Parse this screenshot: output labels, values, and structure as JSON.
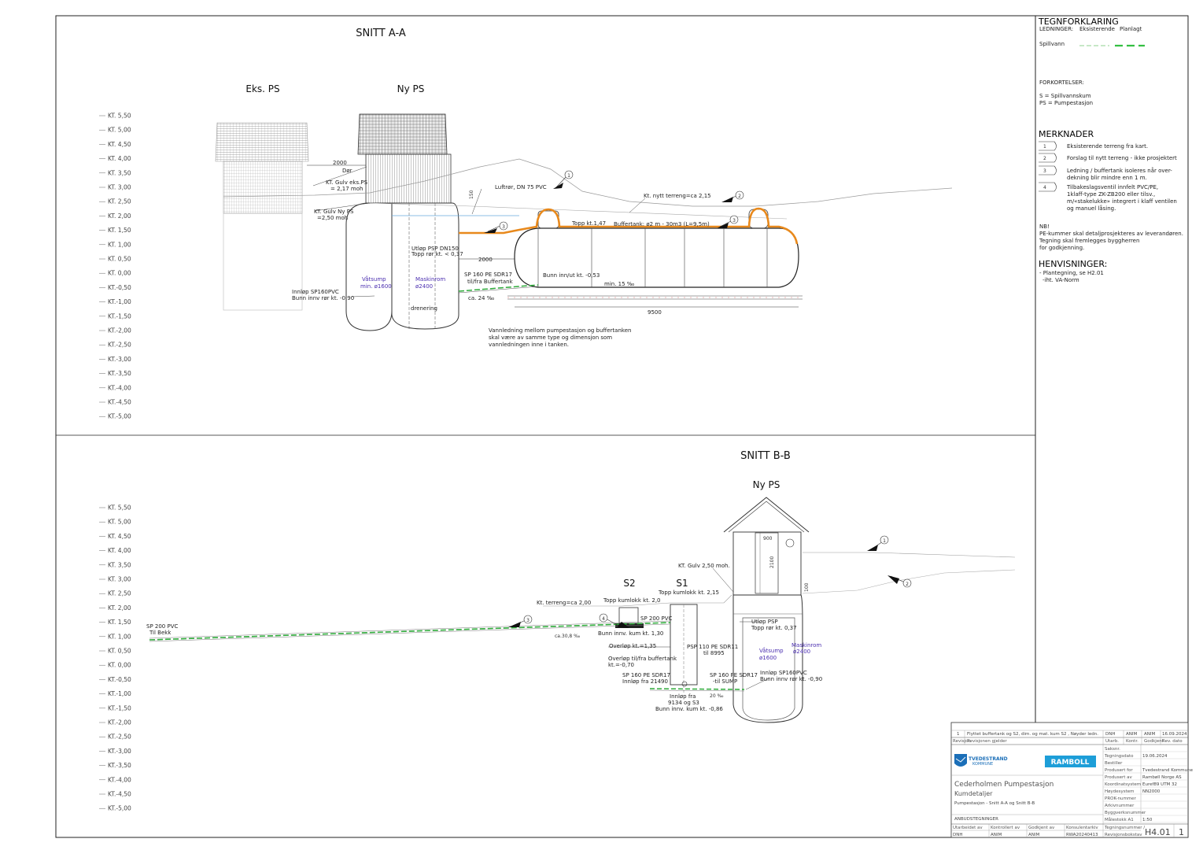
{
  "sectionA": {
    "title": "SNITT A-A",
    "eks_ps": "Eks. PS",
    "ny_ps": "Ny PS",
    "labels": {
      "dim2000": "2000",
      "dor": "Dør",
      "gulv_eks1": "KT. Gulv eks.PS",
      "gulv_eks2": "= 2,17 moh",
      "gulv_ny1": "KT. Gulv Ny PS",
      "gulv_ny2": "=2,50 moh",
      "dim150": "150",
      "luftror": "Luftrør, DN 75 PVC",
      "kt_nytt": "Kt. nytt terreng=ca 2,15",
      "topp": "Topp kt.1,47",
      "buffertank": "Buffertank: ø2 m - 30m3 (L=9,5m)",
      "utlop1": "Utløp PSP DN150",
      "utlop2": "Topp rør kt. < 0,37",
      "dim2000b": "2000",
      "vatsump1": "Våtsump",
      "vatsump2": "min. ø1600",
      "maskinrom1": "Maskinrom",
      "maskinrom2": "ø2400",
      "sp160a": "SP 160 PE SDR17",
      "sp160b": "til/fra Buffertank",
      "bunn_inn": "Bunn inn/ut kt. -0,53",
      "min15": "min. 15 ‰",
      "ca24": "ca. 24 ‰",
      "innlop1": "Innløp SP160PVC",
      "innlop2": "Bunn innv rør kt. -0,90",
      "drenering": "drenering",
      "dim9500": "9500",
      "note1": "Vannledning mellom pumpestasjon og buffertanken",
      "note2": "skal være av samme type og dimensjon som",
      "note3": "vannledningen inne i tanken."
    },
    "callouts": [
      "1",
      "2",
      "3",
      "3"
    ]
  },
  "sectionB": {
    "title": "SNITT B-B",
    "ny_ps": "Ny PS",
    "labels": {
      "s2": "S2",
      "s1": "S1",
      "topp_s2": "Topp kumlokk kt. 2,0",
      "topp_s1": "Topp kumlokk kt. 2,15",
      "kt_terreng": "Kt. terreng=ca 2,00",
      "sp200a": "SP 200 PVC",
      "sp200b": "Til Bekk",
      "sp200c": "SP 200 PVC",
      "ca30": "ca.30,8 ‰",
      "bunn_s2": "Bunn innv. kum kt. 1,30",
      "gulv": "KT. Gulv 2,50 moh.",
      "dim900": "900",
      "dim2100": "2100",
      "dim100": "100",
      "overlop1": "Overløp kt.=1,35",
      "overlop2a": "Overløp til/fra buffertank",
      "overlop2b": "kt.=-0,70",
      "psp110a": "PSP 110 PE SDR11",
      "psp110b": "til 8995",
      "utlop1": "Utløp PSP",
      "utlop2": "Topp rør kt. 0,37",
      "vatsump1": "Våtsump",
      "vatsump2": "ø1600",
      "maskinrom1": "Maskinrom",
      "maskinrom2": "ø2400",
      "sp160a": "SP 160 PE SDR17",
      "sp160b": "Innløp fra 21490",
      "sp160c": "SP 160 PE SDR17",
      "sp160d": "-til SUMP",
      "innlop1": "Innløp SP160PVC",
      "innlop2": "Bunn innv rør kt. -0,90",
      "innlop_fra1": "Innløp fra",
      "innlop_fra2": "9134 og S3",
      "innlop_fra3": "Bunn innv. kum kt. -0,86",
      "pm20": "20 ‰"
    },
    "callouts": [
      "1",
      "2",
      "3",
      "4"
    ]
  },
  "kt_levels": [
    "KT. 5,50",
    "KT. 5,00",
    "KT. 4,50",
    "KT. 4,00",
    "KT. 3,50",
    "KT. 3,00",
    "KT. 2,50",
    "KT. 2,00",
    "KT. 1,50",
    "KT. 1,00",
    "KT. 0,50",
    "KT. 0,00",
    "KT.-0,50",
    "KT.-1,00",
    "KT.-1,50",
    "KT.-2,00",
    "KT.-2,50",
    "KT.-3,00",
    "KT.-3,50",
    "KT.-4,00",
    "KT.-4,50",
    "KT.-5,00"
  ],
  "legend": {
    "title": "TEGNFORKLARING",
    "ledninger": "LEDNINGER:",
    "eksisterende": "Eksisterende",
    "planlagt": "Planlagt",
    "spillvann": "Spillvann",
    "forkortelser_title": "FORKORTELSER:",
    "forkortelser": [
      "S = Spillvannskum",
      "PS = Pumpestasjon"
    ],
    "merknader_title": "MERKNADER",
    "merknader": [
      {
        "n": "1",
        "lines": [
          "Eksisterende terreng fra kart."
        ]
      },
      {
        "n": "2",
        "lines": [
          "Forslag til nytt terreng - ikke prosjektert"
        ]
      },
      {
        "n": "3",
        "lines": [
          "Ledning / buffertank isoleres når over-",
          "dekning blir mindre enn 1 m."
        ]
      },
      {
        "n": "4",
        "lines": [
          "Tilbakeslagsventil innfelt PVC/PE,",
          "1klaff-type ZK-ZB200 eller tilsv.,",
          "m/«stakelukke» integrert i klaff ventilen",
          "og manuel låsing."
        ]
      }
    ],
    "nb_title": "NB!",
    "nb_lines": [
      "PE-kummer skal detaljprosjekteres av leverandøren.",
      "Tegning skal fremlegges byggherren",
      "for godkjenning."
    ],
    "henvisninger_title": "HENVISNINGER:",
    "henvisninger": [
      "- Plantegning, se H2.01",
      "-iht. VA-Norm"
    ]
  },
  "titleblock": {
    "revision": {
      "rev": "1",
      "desc": "Flyttet buffertank og S2, dim. og mat. kum S2 , Nøyder ledn.",
      "by": "DNH",
      "ctrl": "ANIM",
      "appr": "ANIM",
      "date": "16.09.2024"
    },
    "rev_headers": {
      "revisjon": "Revisjon",
      "gjelder": "Revisjonen gjelder",
      "utarb": "Utarb.",
      "kontr": "Kontr.",
      "godkjent": "Godkjent",
      "revdato": "Rev. dato"
    },
    "rows": [
      {
        "k": "Saksnr.",
        "v": ""
      },
      {
        "k": "Tegningsdato",
        "v": "19.06.2024"
      },
      {
        "k": "Bestiller",
        "v": ""
      },
      {
        "k": "Produsert for",
        "v": "Tvedestrand Kommune"
      },
      {
        "k": "Produsert av",
        "v": "Rambøll Norge AS"
      },
      {
        "k": "Koordinatsystem",
        "v": "Euref89 UTM 32"
      },
      {
        "k": "Høydesystem",
        "v": "NN2000"
      },
      {
        "k": "PROK-nummer",
        "v": ""
      },
      {
        "k": "Arkivnummer",
        "v": ""
      },
      {
        "k": "Byggverksnummer",
        "v": ""
      },
      {
        "k": "Målestokk A1",
        "v": "1:50"
      }
    ],
    "logo_tvedestrand": "TVEDESTRAND",
    "logo_kommune": "KOMMUNE",
    "logo_ramboll": "RAMBOLL",
    "project1": "Cederholmen Pumpestasjon",
    "project2": "Kumdetaljer",
    "project3": "Pumpestasjon - Snitt A-A og Snitt B-B",
    "status": "ANBUDSTEGNINGER",
    "bottom_headers": [
      "Utarbeidet av",
      "Kontrollert av",
      "Godkjent av",
      "Konsulentarkiv",
      "Tegningsnummer /",
      "Revisjonsbokstav"
    ],
    "bottom_values": [
      "DNH",
      "ANIM",
      "ANIM",
      "RWA20240413"
    ],
    "drawing_no": "H4.01",
    "rev_letter": "1"
  }
}
